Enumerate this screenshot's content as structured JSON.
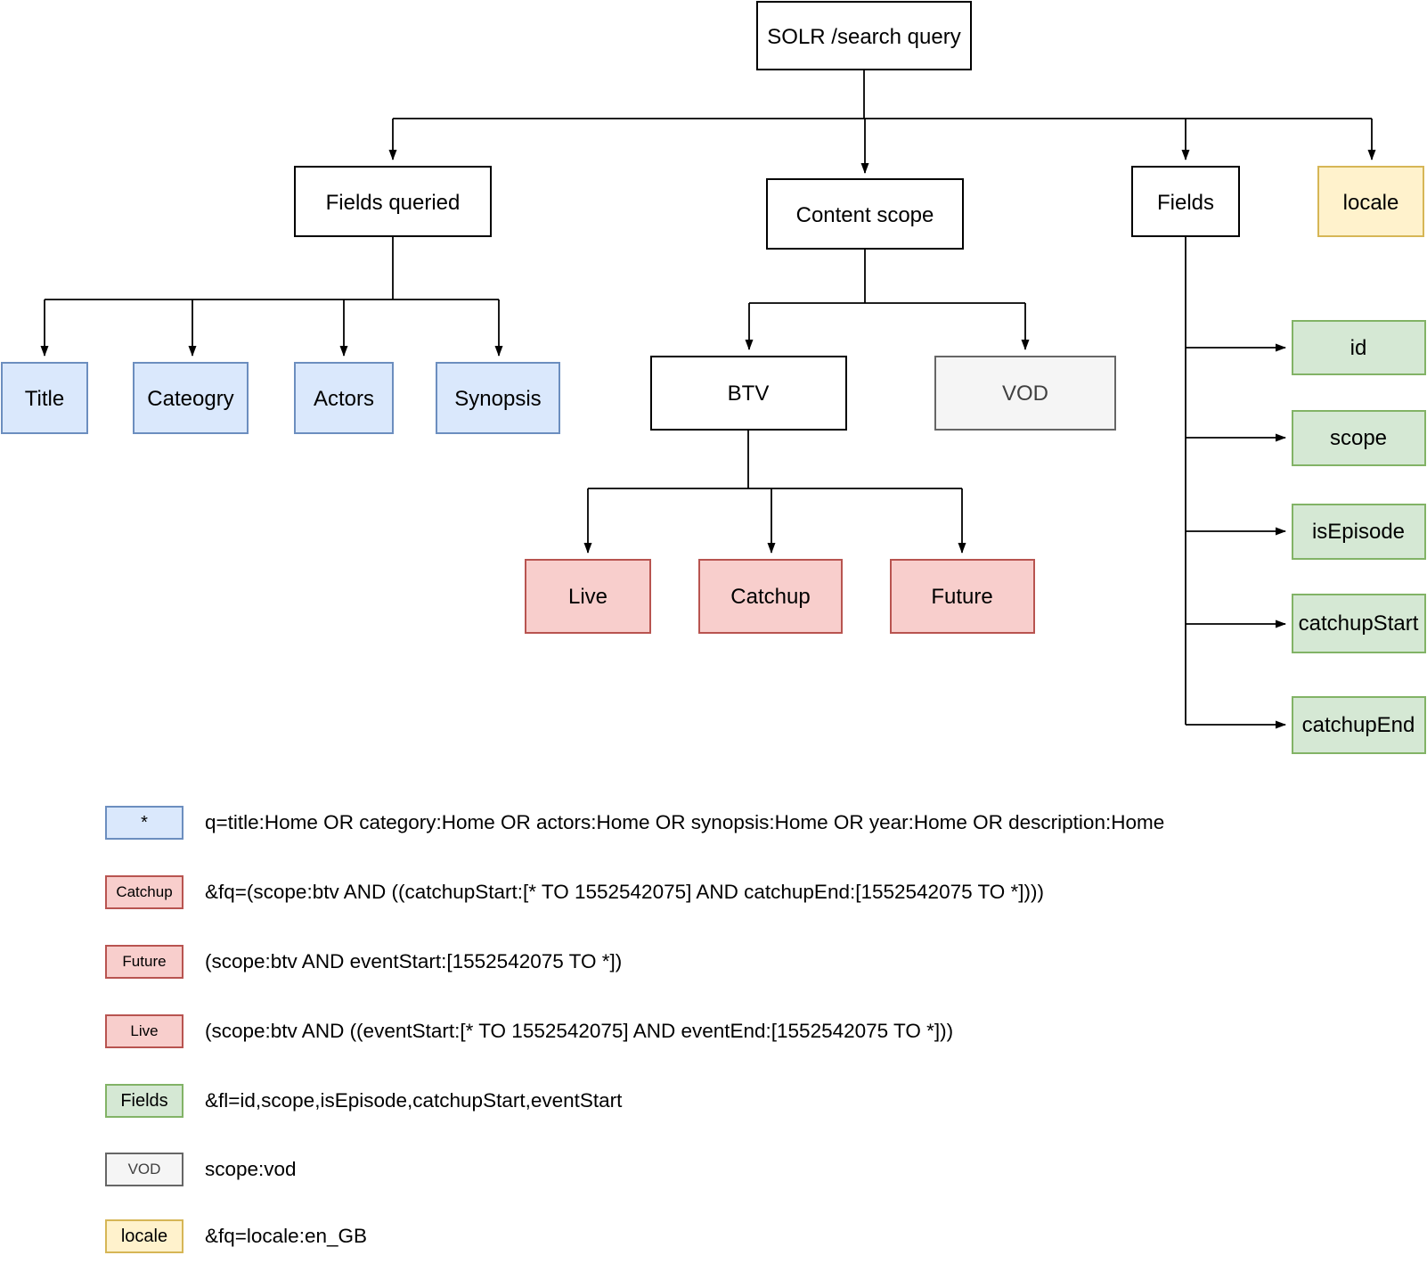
{
  "diagram": {
    "root_label": "SOLR /search query",
    "nodes": {
      "fields_queried": "Fields queried",
      "content_scope": "Content scope",
      "fields": "Fields",
      "locale": "locale",
      "title": "Title",
      "cateogry": "Cateogry",
      "actors": "Actors",
      "synopsis": "Synopsis",
      "btv": "BTV",
      "vod": "VOD",
      "live": "Live",
      "catchup": "Catchup",
      "future": "Future",
      "id": "id",
      "scope": "scope",
      "isEpisode": "isEpisode",
      "catchupStart": "catchupStart",
      "catchupEnd": "catchupEnd"
    }
  },
  "legend": {
    "rows": [
      {
        "label": "*",
        "style": "blue",
        "text": "q=title:Home OR category:Home OR actors:Home OR synopsis:Home OR year:Home OR description:Home"
      },
      {
        "label": "Catchup",
        "style": "red",
        "text": "&fq=(scope:btv AND ((catchupStart:[* TO 1552542075] AND catchupEnd:[1552542075 TO *])))"
      },
      {
        "label": "Future",
        "style": "red",
        "text": "(scope:btv AND eventStart:[1552542075 TO *])"
      },
      {
        "label": "Live",
        "style": "red",
        "text": "(scope:btv AND ((eventStart:[* TO 1552542075] AND eventEnd:[1552542075 TO *]))"
      },
      {
        "label": "Fields",
        "style": "green",
        "text": "&fl=id,scope,isEpisode,catchupStart,eventStart"
      },
      {
        "label": "VOD",
        "style": "gray",
        "text": "scope:vod"
      },
      {
        "label": "locale",
        "style": "yellow",
        "text": "&fq=locale:en_GB"
      }
    ]
  },
  "colors": {
    "node_blue_fill": "#dae8fc",
    "node_blue_stroke": "#6c8ebf",
    "node_red_fill": "#f8cecc",
    "node_red_stroke": "#b85450",
    "node_green_fill": "#d5e8d4",
    "node_green_stroke": "#82b366",
    "node_yellow_fill": "#fff2cc",
    "node_yellow_stroke": "#d6b656",
    "node_gray_fill": "#f5f5f5",
    "node_gray_stroke": "#666666",
    "line_color": "#000000"
  }
}
